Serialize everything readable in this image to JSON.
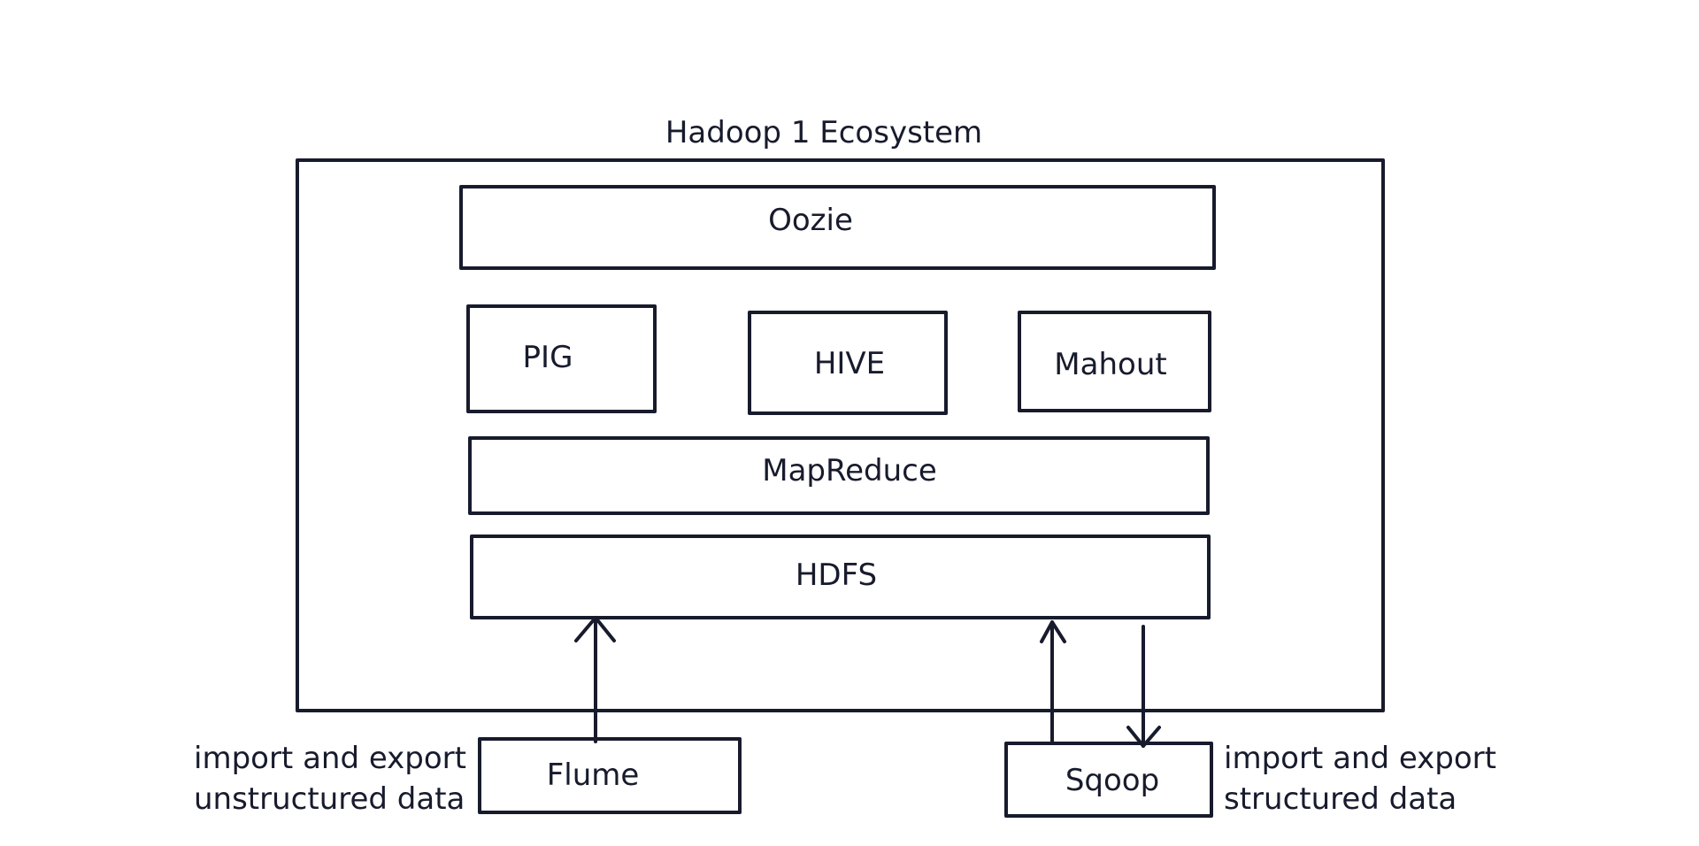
{
  "diagram": {
    "title": "Hadoop 1 Ecosystem",
    "components": {
      "oozie": "Oozie",
      "pig": "PIG",
      "hive": "HIVE",
      "mahout": "Mahout",
      "mapreduce": "MapReduce",
      "hdfs": "HDFS",
      "flume": "Flume",
      "sqoop": "Sqoop"
    },
    "notes": {
      "flume": [
        "import and export",
        "unstructured data"
      ],
      "sqoop": [
        "import and export",
        "structured data"
      ]
    },
    "connections": [
      {
        "from": "Flume",
        "to": "HDFS"
      },
      {
        "from": "Sqoop",
        "to": "HDFS"
      },
      {
        "from": "HDFS",
        "to": "Sqoop"
      }
    ],
    "stroke_color": "#171b2c"
  }
}
